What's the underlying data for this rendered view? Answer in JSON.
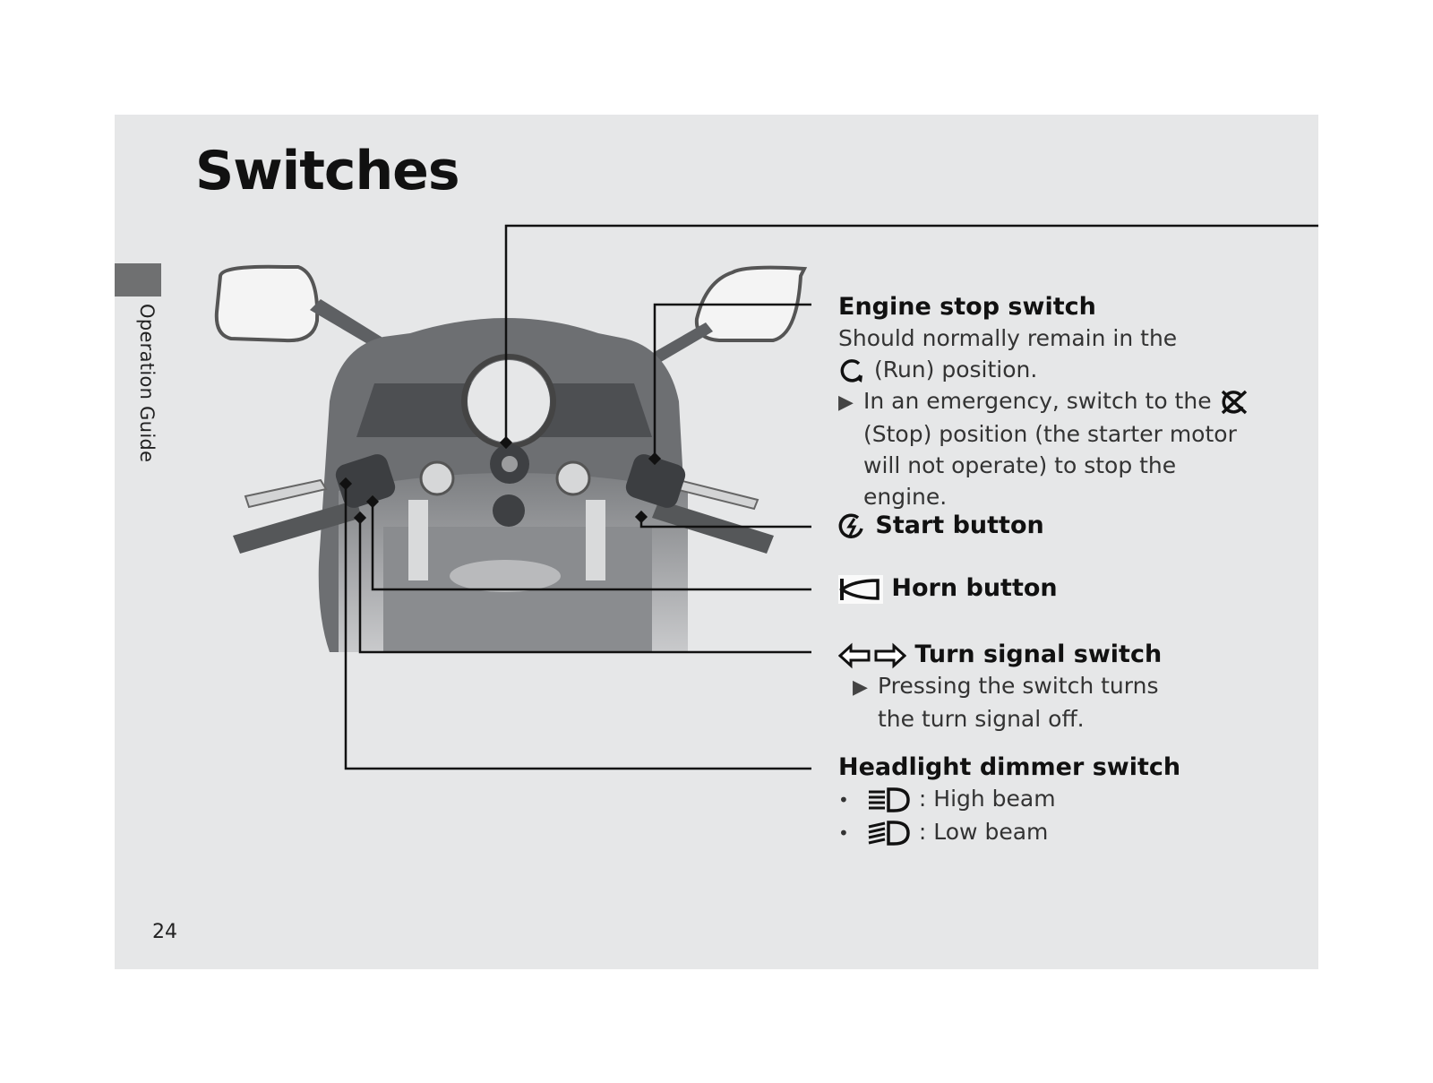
{
  "page": {
    "title": "Switches",
    "side_label": "Operation Guide",
    "page_number": "24"
  },
  "engine_stop": {
    "heading": "Engine stop switch",
    "line1": "Should normally remain in the",
    "run_text": "(Run) position.",
    "note1": "In an emergency, switch to the",
    "note2": "(Stop) position (the starter motor",
    "note3": "will not operate) to stop the",
    "note4": "engine."
  },
  "start": {
    "heading": "Start button"
  },
  "horn": {
    "heading": "Horn button"
  },
  "turn": {
    "heading": "Turn signal switch",
    "note1": "Pressing the switch turns",
    "note2": "the turn signal off."
  },
  "headlight": {
    "heading": "Headlight dimmer switch",
    "high": ": High beam",
    "low": ": Low beam"
  },
  "icons": {
    "run": "run-icon",
    "stop": "stop-icon",
    "start": "start-icon",
    "horn": "horn-icon",
    "turn": "turn-signal-icon",
    "high_beam": "high-beam-icon",
    "low_beam": "low-beam-icon",
    "note_marker": "triangle-bullet"
  },
  "colors": {
    "page_bg": "#e6e7e8",
    "side_tab": "#6f7071",
    "text": "#141414"
  }
}
